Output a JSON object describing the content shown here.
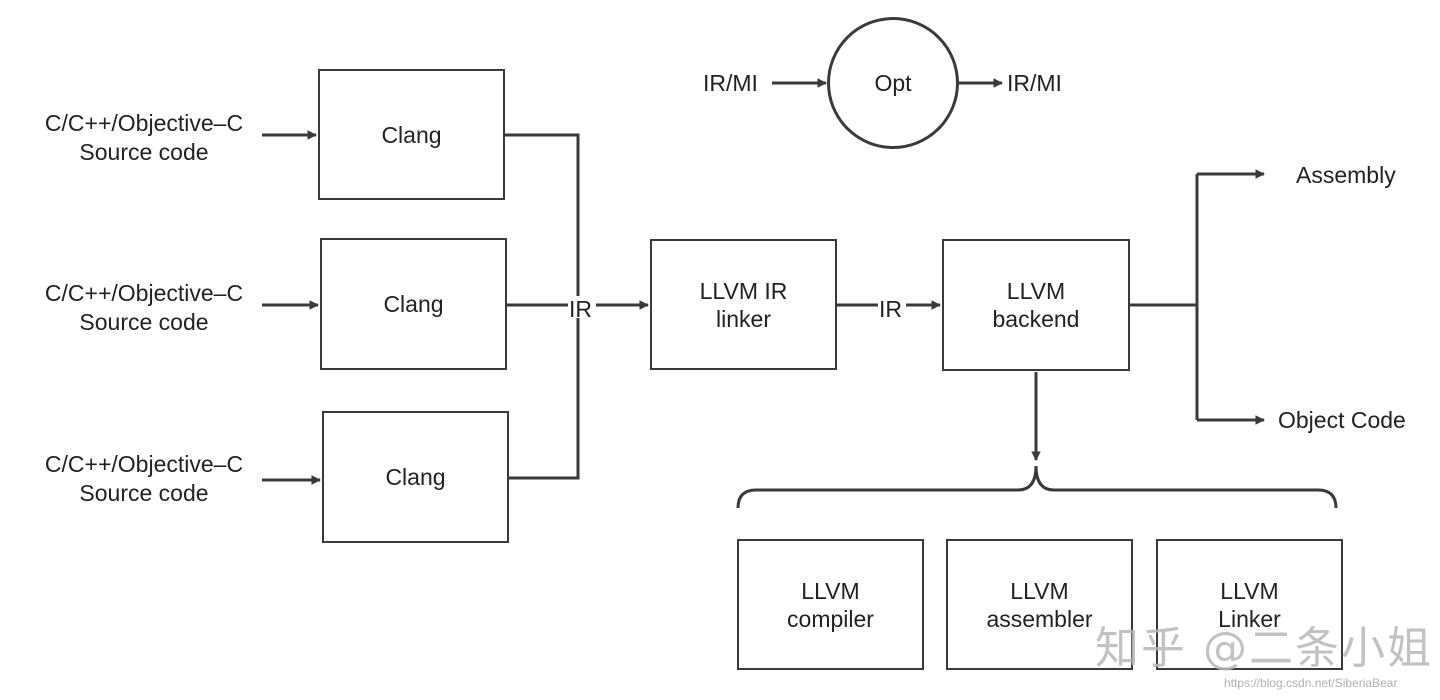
{
  "sources": [
    {
      "line1": "C/C++/Objective–C",
      "line2": "Source code"
    },
    {
      "line1": "C/C++/Objective–C",
      "line2": "Source code"
    },
    {
      "line1": "C/C++/Objective–C",
      "line2": "Source code"
    }
  ],
  "frontends": [
    "Clang",
    "Clang",
    "Clang"
  ],
  "ir_label_1": "IR",
  "ir_label_2": "IR",
  "linker": {
    "line1": "LLVM IR",
    "line2": "linker"
  },
  "backend": {
    "line1": "LLVM",
    "line2": "backend"
  },
  "opt": {
    "in": "IR/MI",
    "name": "Opt",
    "out": "IR/MI"
  },
  "outputs": {
    "assembly": "Assembly",
    "object_code": "Object Code"
  },
  "tools": [
    {
      "line1": "LLVM",
      "line2": "compiler"
    },
    {
      "line1": "LLVM",
      "line2": "assembler"
    },
    {
      "line1": "LLVM",
      "line2": "Linker"
    }
  ],
  "watermark": "知乎 @二条小姐",
  "watermark_url": "https://blog.csdn.net/SiberiaBear",
  "colors": {
    "line": "#3a3a3a",
    "background": "#ffffff",
    "watermark": "#b8b8b8"
  }
}
